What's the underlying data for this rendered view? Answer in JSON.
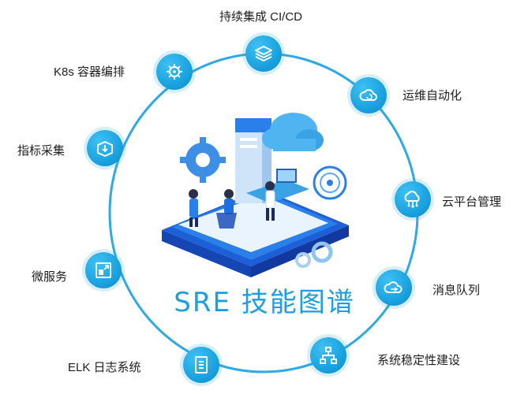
{
  "title": "SRE 技能图谱",
  "colors": {
    "ring": "#2fa9e6",
    "node": "#1aa2e0",
    "title": "#1c9ee2"
  },
  "nodes": [
    {
      "id": "cicd",
      "label": "持续集成 CI/CD",
      "icon": "layers-icon"
    },
    {
      "id": "automation",
      "label": "运维自动化",
      "icon": "cloud-refresh-icon"
    },
    {
      "id": "cloud",
      "label": "云平台管理",
      "icon": "cloud-network-icon"
    },
    {
      "id": "mq",
      "label": "消息队列",
      "icon": "cloud-queue-icon"
    },
    {
      "id": "stability",
      "label": "系统稳定性建设",
      "icon": "sitemap-icon"
    },
    {
      "id": "elk",
      "label": "ELK 日志系统",
      "icon": "log-document-icon"
    },
    {
      "id": "micro",
      "label": "微服务",
      "icon": "microservice-icon"
    },
    {
      "id": "metrics",
      "label": "指标采集",
      "icon": "box-download-icon"
    },
    {
      "id": "k8s",
      "label": "K8s 容器编排",
      "icon": "helm-icon"
    }
  ]
}
